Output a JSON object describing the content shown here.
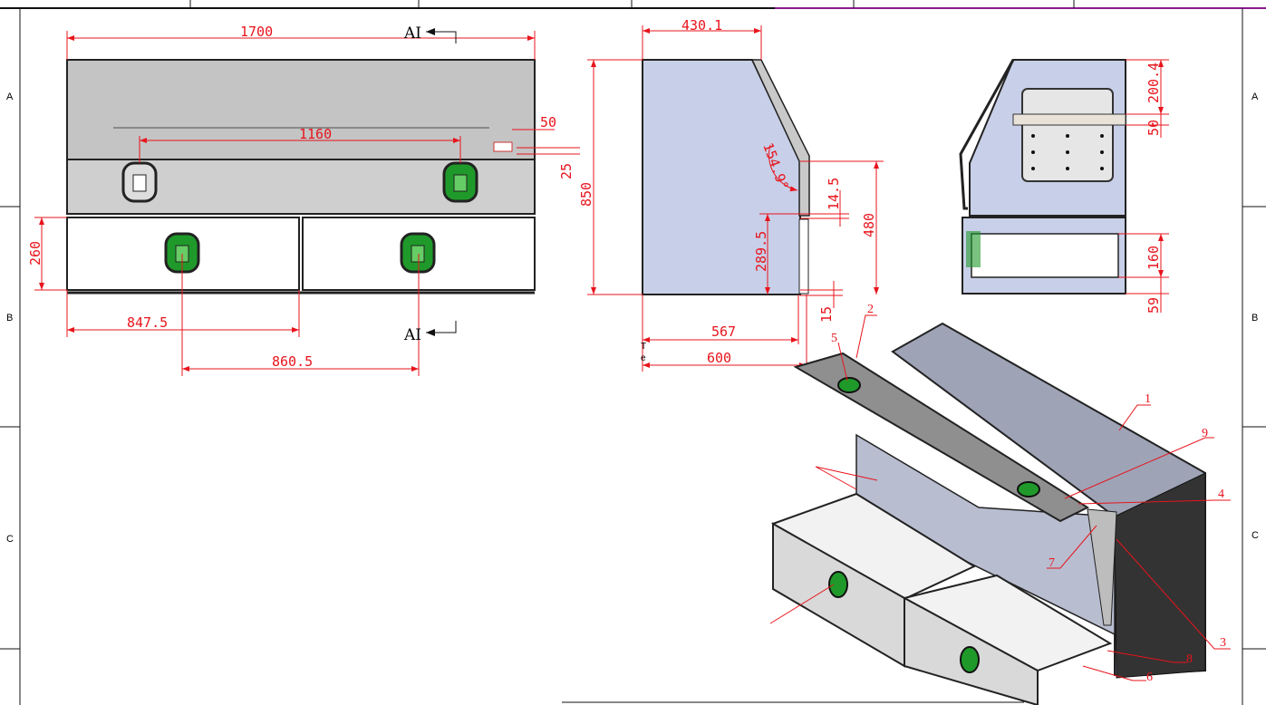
{
  "zones": {
    "left": [
      "A",
      "B",
      "C"
    ],
    "right": [
      "A",
      "B",
      "C"
    ]
  },
  "section_marker": "AI",
  "front_view": {
    "overall_width": "1700",
    "handle_spacing_top": "1160",
    "right_offset": "50",
    "lock_offset": "25",
    "drawer_height": "260",
    "drawer_width": "847.5",
    "handle_spacing_bottom": "860.5"
  },
  "side_view": {
    "top_depth": "430.1",
    "overall_height": "850",
    "lid_angle": "154.9°",
    "gap": "14.5",
    "lower_height": "289.5",
    "front_height": "480",
    "depth_inner": "567",
    "depth_overall": "600",
    "bottom_offset": "15",
    "small_label_1": "T",
    "small_label_2": "e"
  },
  "section_view": {
    "top_dim": "200.4",
    "rail_dim": "50",
    "drawer_height": "160",
    "base_dim": "59"
  },
  "iso_view": {
    "balloons": [
      "1",
      "2",
      "3",
      "4",
      "5",
      "6",
      "7",
      "8",
      "9"
    ]
  },
  "colors": {
    "dimension": "#e8141c",
    "panel_blue": "#c8cfe8",
    "panel_grey": "#c9c9c9",
    "handle_green": "#1f9a2a",
    "title_accent": "#8b1a8f"
  }
}
